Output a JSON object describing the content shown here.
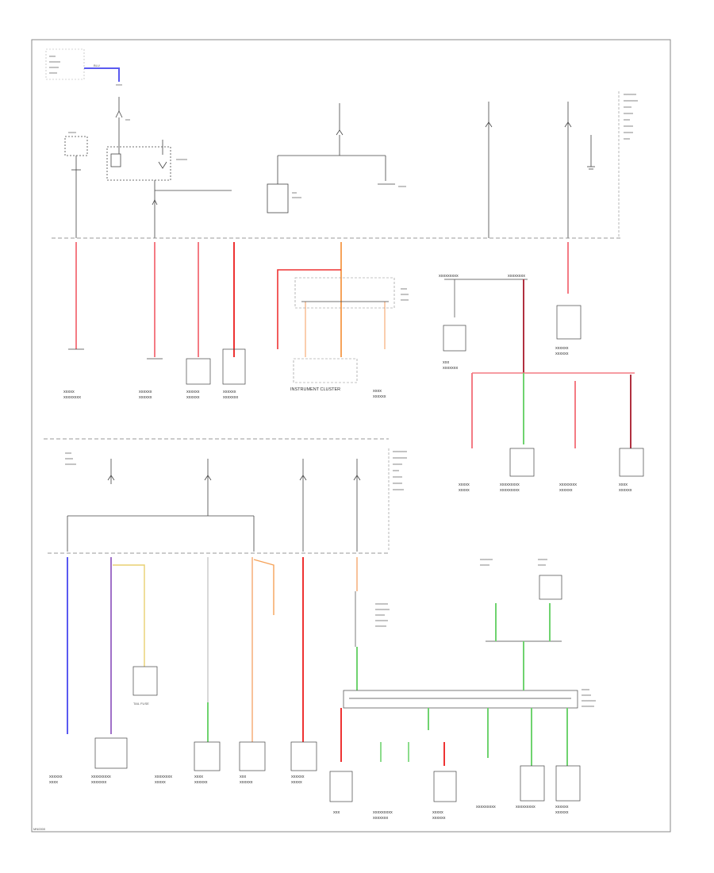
{
  "diagram": {
    "instrument_cluster_label": "INSTRUMENT CLUSTER",
    "tail_fuse_label": "TAIL FUSE",
    "footer_code": "MN0000",
    "colors": {
      "wire_red": "#f47b84",
      "wire_bright_red": "#ee3333",
      "wire_orange": "#f6a35a",
      "wire_peach": "#f8c29a",
      "wire_green": "#6fd36f",
      "wire_blue": "#5a5af0",
      "wire_purple": "#a070c8",
      "wire_yellow": "#e8d070",
      "wire_darkred": "#b03040",
      "wire_gray": "#c8c8c8",
      "line": "#444444",
      "frame": "#888888"
    }
  }
}
